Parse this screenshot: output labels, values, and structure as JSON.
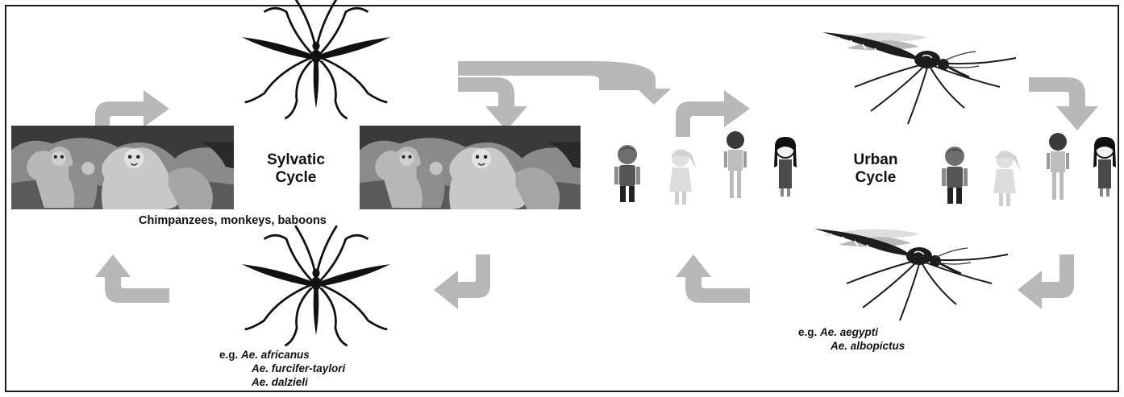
{
  "sylvatic": {
    "cycle_label": "Sylvatic\nCycle",
    "hosts_label": "Chimpanzees, monkeys, baboons",
    "vector_prefix": "e.g.",
    "vectors": [
      "Ae. africanus",
      "Ae. furcifer-taylori",
      "Ae. dalzieli"
    ]
  },
  "urban": {
    "cycle_label": "Urban\nCycle",
    "vector_prefix": "e.g.",
    "vectors": [
      "Ae. aegypti",
      "Ae. albopictus"
    ]
  },
  "icons": {
    "mosquito_silhouette": "mosquito-icon",
    "mosquito_realistic": "aedes-mosquito-icon",
    "arrow": "curved-arrow-icon",
    "monkeys": "monkey-photo",
    "people": "person-icon"
  },
  "colors": {
    "arrow": "#b8b8b8",
    "silhouette": "#111111",
    "frame": "#1a1a1a"
  }
}
